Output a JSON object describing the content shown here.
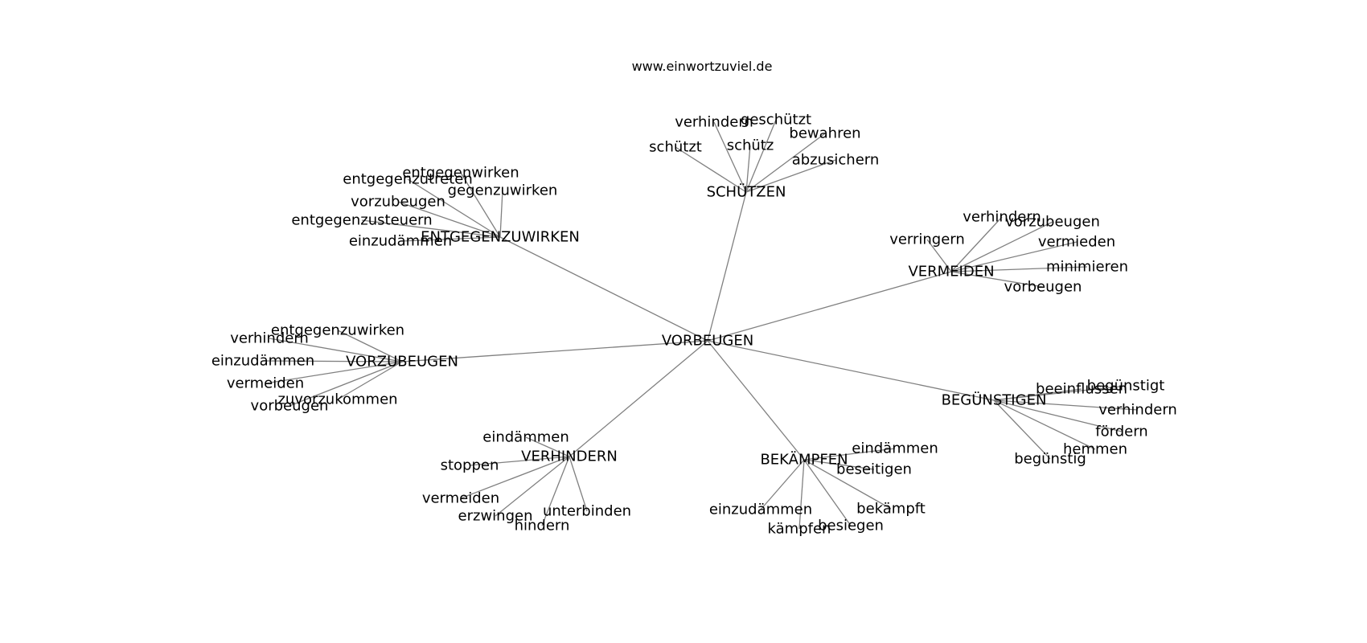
{
  "title": "www.einwortzuviel.de",
  "edge_color": "#808080",
  "text_color": "#000000",
  "center": "VORBEUGEN",
  "groups": [
    {
      "hub": "SCHÜTZEN",
      "words": [
        "verhindern",
        "geschützt",
        "schütz",
        "bewahren",
        "schützt",
        "abzusichern"
      ]
    },
    {
      "hub": "ENTGEGENZUWIRKEN",
      "words": [
        "entgegenwirken",
        "entgegenzutreten",
        "gegenzuwirken",
        "vorzubeugen",
        "entgegenzusteuern",
        "einzudämmen"
      ]
    },
    {
      "hub": "VERMEIDEN",
      "words": [
        "verhindern",
        "vorzubeugen",
        "verringern",
        "vermieden",
        "minimieren",
        "vorbeugen"
      ]
    },
    {
      "hub": "VORZUBEUGEN",
      "words": [
        "entgegenzuwirken",
        "verhindern",
        "einzudämmen",
        "vermeiden",
        "zuvorzukommen",
        "vorbeugen"
      ]
    },
    {
      "hub": "BEGÜNSTIGEN",
      "words": [
        "beeinflussen",
        "begünstigt",
        "verhindern",
        "fördern",
        "hemmen",
        "begünstig"
      ]
    },
    {
      "hub": "VERHINDERN",
      "words": [
        "eindämmen",
        "stoppen",
        "vermeiden",
        "erzwingen",
        "unterbinden",
        "hindern"
      ]
    },
    {
      "hub": "BEKÄMPFEN",
      "words": [
        "eindämmen",
        "beseitigen",
        "bekämpft",
        "einzudämmen",
        "besiegen",
        "kämpfen"
      ]
    }
  ]
}
